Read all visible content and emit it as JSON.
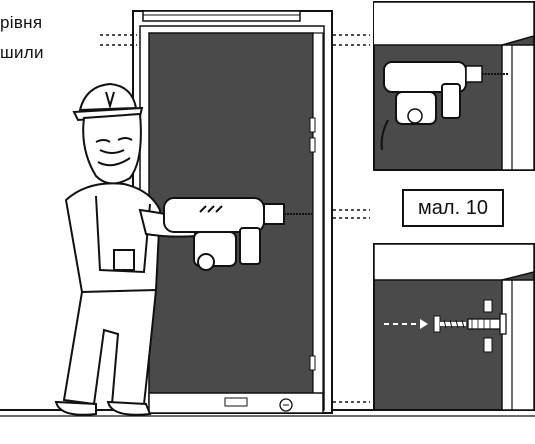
{
  "instruction": {
    "line1": "рівня",
    "line2": "шили"
  },
  "figure_label": "мал. 10",
  "colors": {
    "door_panel": "#4a4a4a",
    "outline": "#111111",
    "frame": "#ffffff",
    "background": "#ffffff"
  },
  "icons": [
    "drill-icon",
    "anchor-dowel-icon",
    "screw-icon",
    "arrow-right-icon"
  ]
}
